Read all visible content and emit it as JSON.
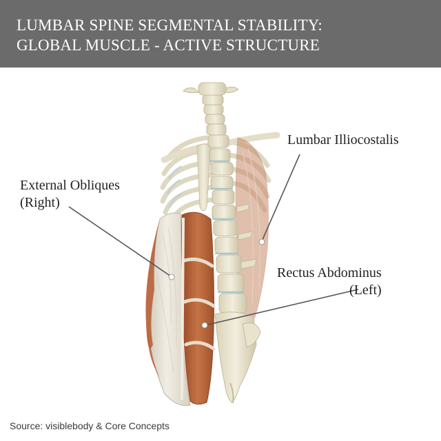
{
  "header": {
    "title_line1": "LUMBAR SPINE SEGMENTAL STABILITY:",
    "title_line2": "GLOBAL MUSCLE - ACTIVE STRUCTURE"
  },
  "labels": {
    "lumbar_illiocostalis": "Lumbar Illiocostalis",
    "external_obliques_line1": "External Obliques",
    "external_obliques_line2": "(Right)",
    "rectus_abdominus_line1": "Rectus Abdominus",
    "rectus_abdominus_line2": "(Left)"
  },
  "source": "Source: visiblebody & Core Concepts",
  "colors": {
    "header_bg": "#6b6b6b",
    "header_text": "#ffffff",
    "bone": "#e8e2cc",
    "muscle": "#b8643a",
    "fascia": "#e6e0d4"
  }
}
